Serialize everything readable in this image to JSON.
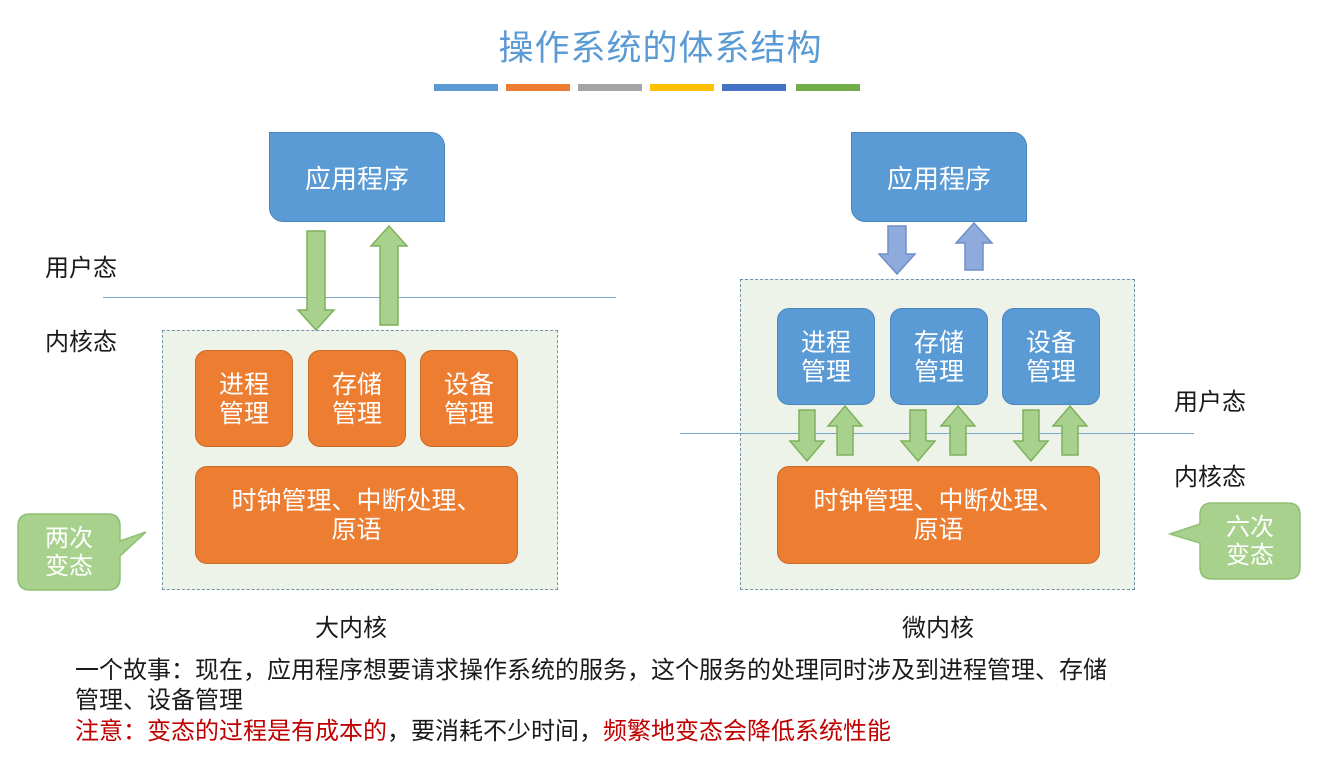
{
  "title": "操作系统的体系结构",
  "colors": {
    "title": "#5b9bd5",
    "deco_bars": [
      "#5b9bd5",
      "#ed7d31",
      "#a5a5a5",
      "#ffc000",
      "#4472c4",
      "#70ad47"
    ],
    "orange_module": "#ed7d31",
    "blue_module": "#5b9bd5",
    "green_arrow": "#a9d18e",
    "blue_arrow": "#8faadc",
    "callout": "#a9d18e",
    "note_red": "#c00000"
  },
  "left": {
    "app": "应用程序",
    "user_mode": "用户态",
    "kernel_mode": "内核态",
    "modules": [
      "进程\n管理",
      "存储\n管理",
      "设备\n管理"
    ],
    "core": "时钟管理、中断处理、\n原语",
    "callout": "两次\n变态",
    "caption": "大内核"
  },
  "right": {
    "app": "应用程序",
    "user_mode": "用户态",
    "kernel_mode": "内核态",
    "modules": [
      "进程\n管理",
      "存储\n管理",
      "设备\n管理"
    ],
    "core": "时钟管理、中断处理、\n原语",
    "callout": "六次\n变态",
    "caption": "微内核"
  },
  "story": "一个故事：现在，应用程序想要请求操作系统的服务，这个服务的处理同时涉及到进程管理、存储\n管理、设备管理",
  "note": {
    "part1": "注意：变态的过程是有成本的",
    "part2": "，要消耗不少时间，",
    "part3": "频繁地变态会降低系统性能"
  }
}
